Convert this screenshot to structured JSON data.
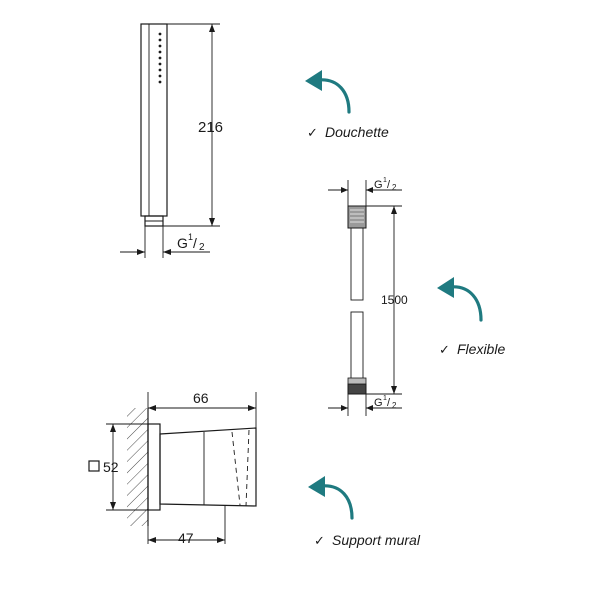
{
  "accent_color": "#1f7a80",
  "line_color": "#1a1a1a",
  "handshower": {
    "height_label": "216",
    "thread_label_main": "G",
    "thread_label_sup": "1",
    "thread_label_sub": "2"
  },
  "hose": {
    "length_label": "1500",
    "thread_top_main": "G",
    "thread_top_sup": "1",
    "thread_top_sub": "2",
    "thread_bottom_main": "G",
    "thread_bottom_sup": "1",
    "thread_bottom_sub": "2"
  },
  "bracket": {
    "width_label": "66",
    "depth_label": "47",
    "square_label": "52",
    "square_icon": "square-icon"
  },
  "labels": {
    "douchette": "Douchette",
    "flexible": "Flexible",
    "support_mural": "Support mural",
    "check_mark": "✓"
  },
  "icons": [
    "curved-arrow-icon",
    "check-icon",
    "square-icon"
  ]
}
